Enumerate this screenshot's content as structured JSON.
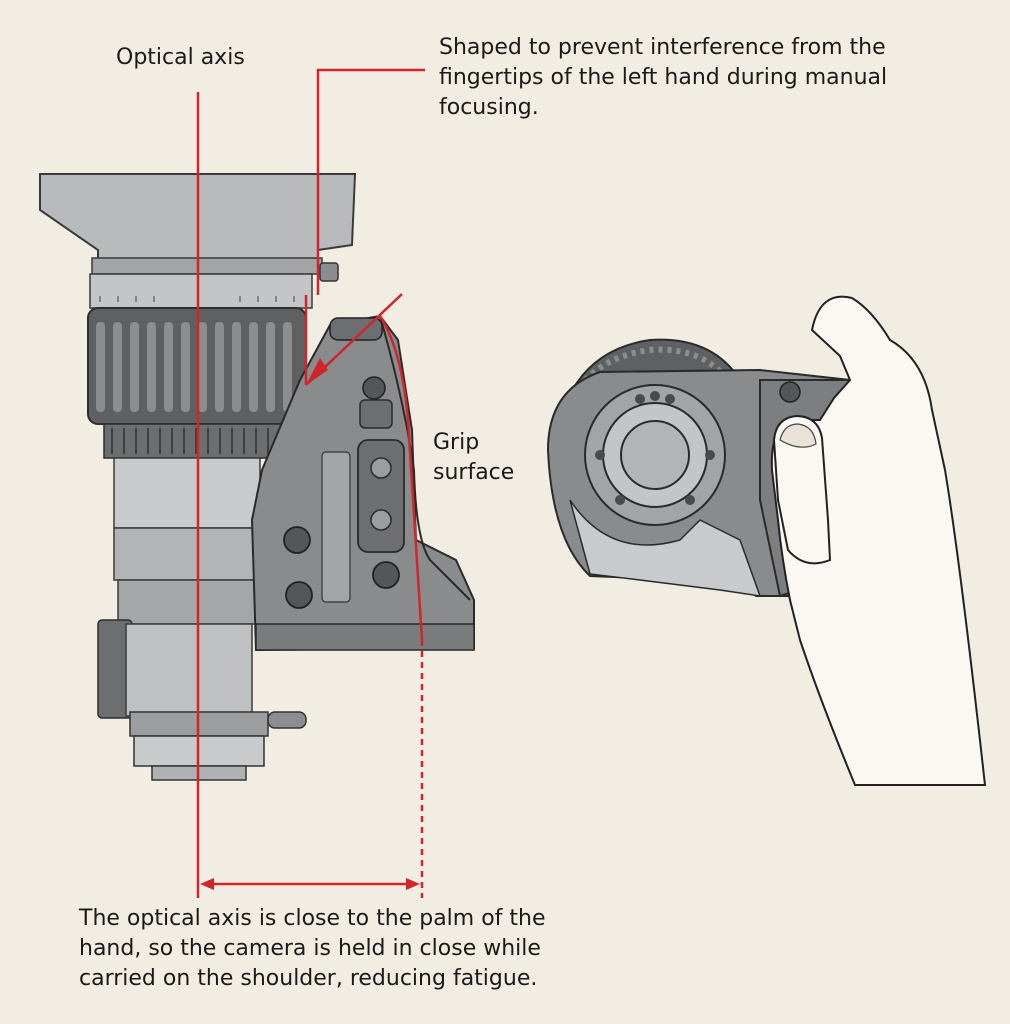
{
  "labels": {
    "optical_axis": "Optical axis",
    "shape_note": "Shaped to prevent interference from the\nfingertips of the left hand during manual\nfocusing.",
    "grip_surface": "Grip\nsurface",
    "palm_note": "The optical axis is close to the palm of the\nhand, so the camera is held in close while\ncarried on the shoulder, reducing fatigue."
  },
  "colors": {
    "background": "#f2ede2",
    "annotation_red": "#d0252b",
    "body_dark": "#5f6062",
    "body_mid": "#8c8d8f",
    "body_light": "#b9babc",
    "skin": "#fbf7f2"
  }
}
